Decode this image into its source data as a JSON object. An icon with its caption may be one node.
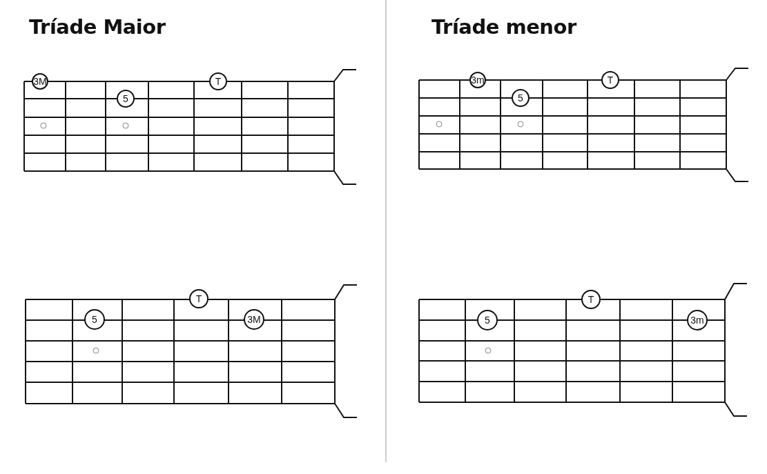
{
  "diagram": {
    "nodes": [
      {
        "text": [
          "3M"
        ]
      },
      {
        "text": [
          "T"
        ]
      },
      {
        "text": [
          "5"
        ]
      },
      {
        "text": [
          "3m"
        ]
      },
      {
        "text": [
          "T"
        ]
      },
      {
        "text": [
          "5"
        ]
      },
      {
        "text": [
          "T"
        ]
      },
      {
        "text": [
          "5"
        ]
      },
      {
        "text": [
          "3M"
        ]
      },
      {
        "text": [
          "T"
        ]
      },
      {
        "text": [
          "5"
        ]
      },
      {
        "text": [
          "3m"
        ]
      }
    ],
    "labels": [
      "Tríade Maior",
      "Tríade menor"
    ]
  }
}
